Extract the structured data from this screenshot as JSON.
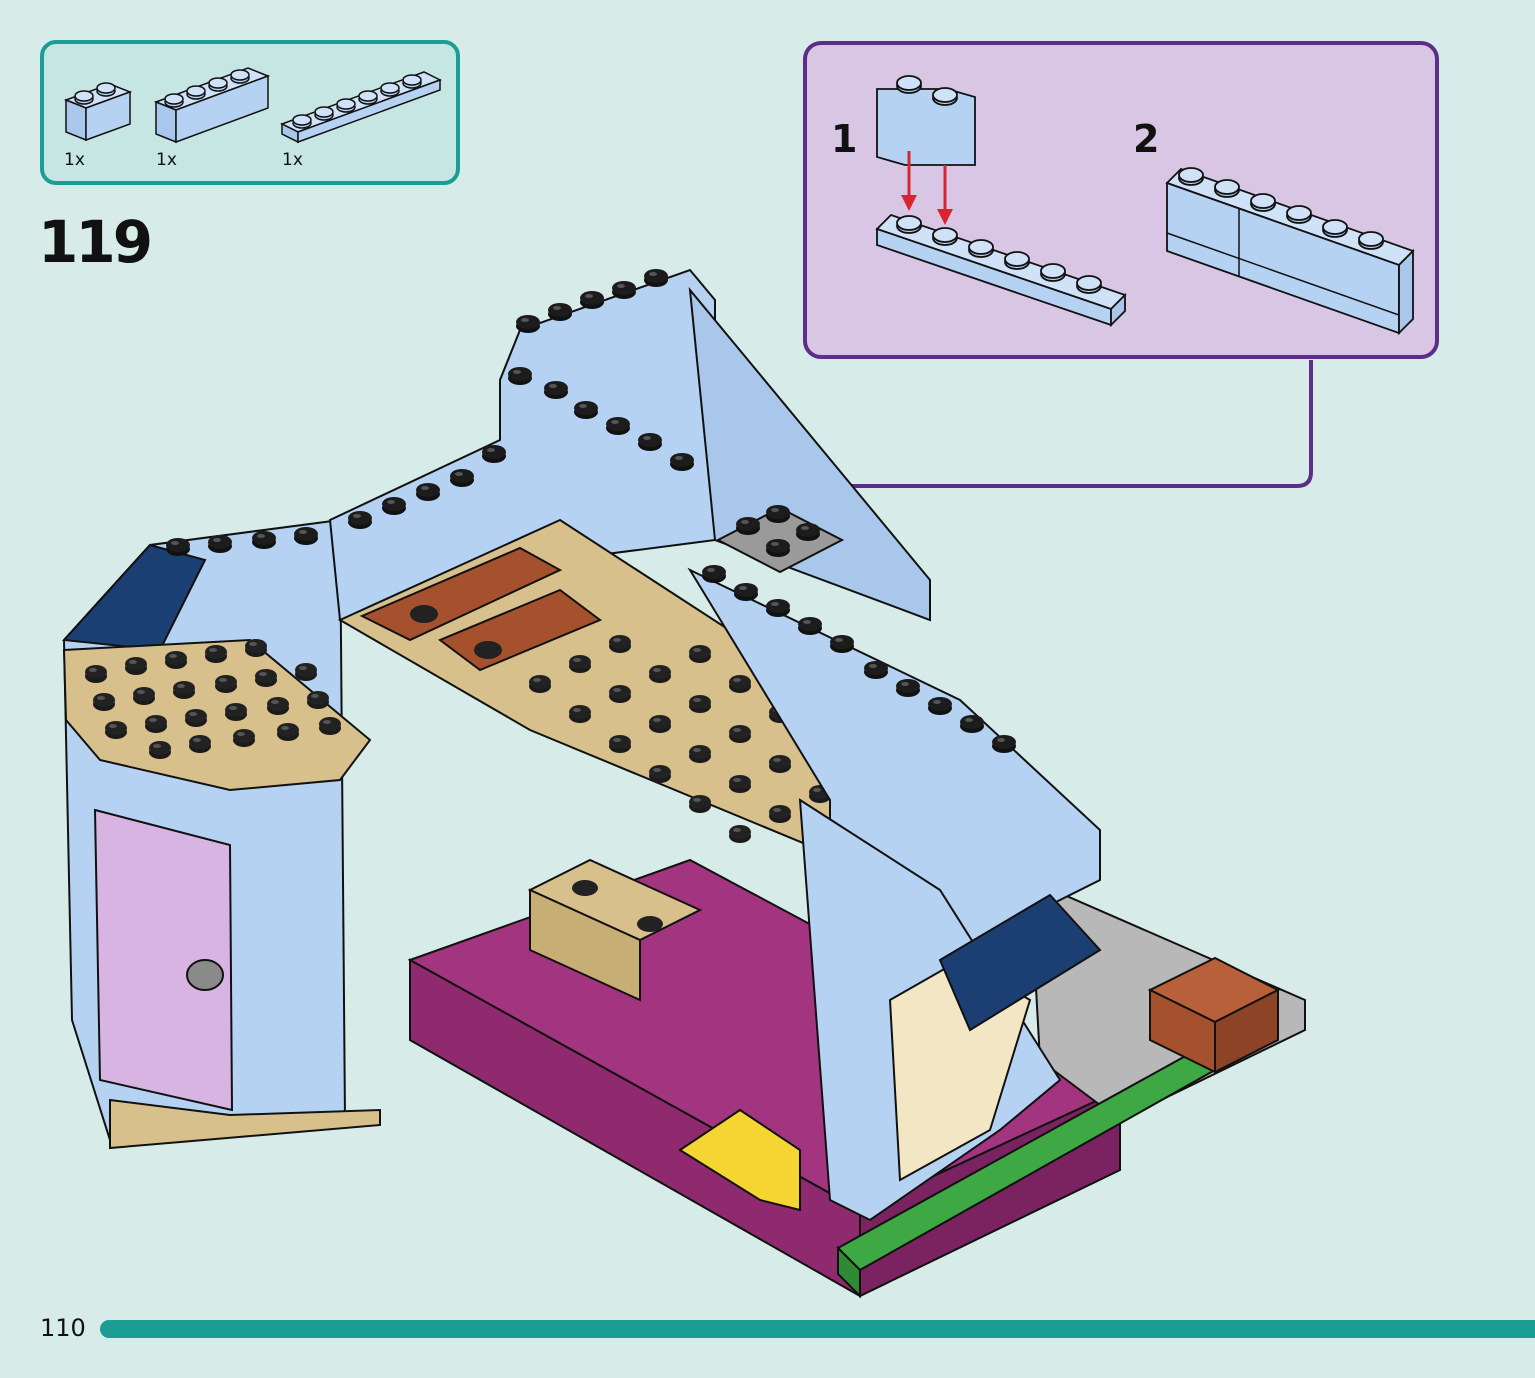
{
  "parts_list": {
    "items": [
      {
        "part": "1x2 brick",
        "color": "#b6d2f2",
        "quantity": "1x"
      },
      {
        "part": "1x4 brick",
        "color": "#b6d2f2",
        "quantity": "1x"
      },
      {
        "part": "1x6 plate",
        "color": "#b6d2f2",
        "quantity": "1x"
      }
    ]
  },
  "step": {
    "number": "119"
  },
  "sub_assembly": {
    "steps": [
      {
        "label": "1"
      },
      {
        "label": "2"
      }
    ],
    "arrow_color": "#d7262f",
    "callout_color": "#5c2e8a"
  },
  "model": {
    "colors": {
      "light_blue": "#b6d2f2",
      "tan": "#d7c08c",
      "reddish_brown": "#a5512e",
      "magenta": "#a3347f",
      "dark_blue": "#1c3f73",
      "green": "#3ea845",
      "lavender": "#d8b4e2",
      "gray": "#9a9a9a"
    }
  },
  "page": {
    "number": "110",
    "accent": "#1a9e94",
    "background": "#d7ece9"
  }
}
